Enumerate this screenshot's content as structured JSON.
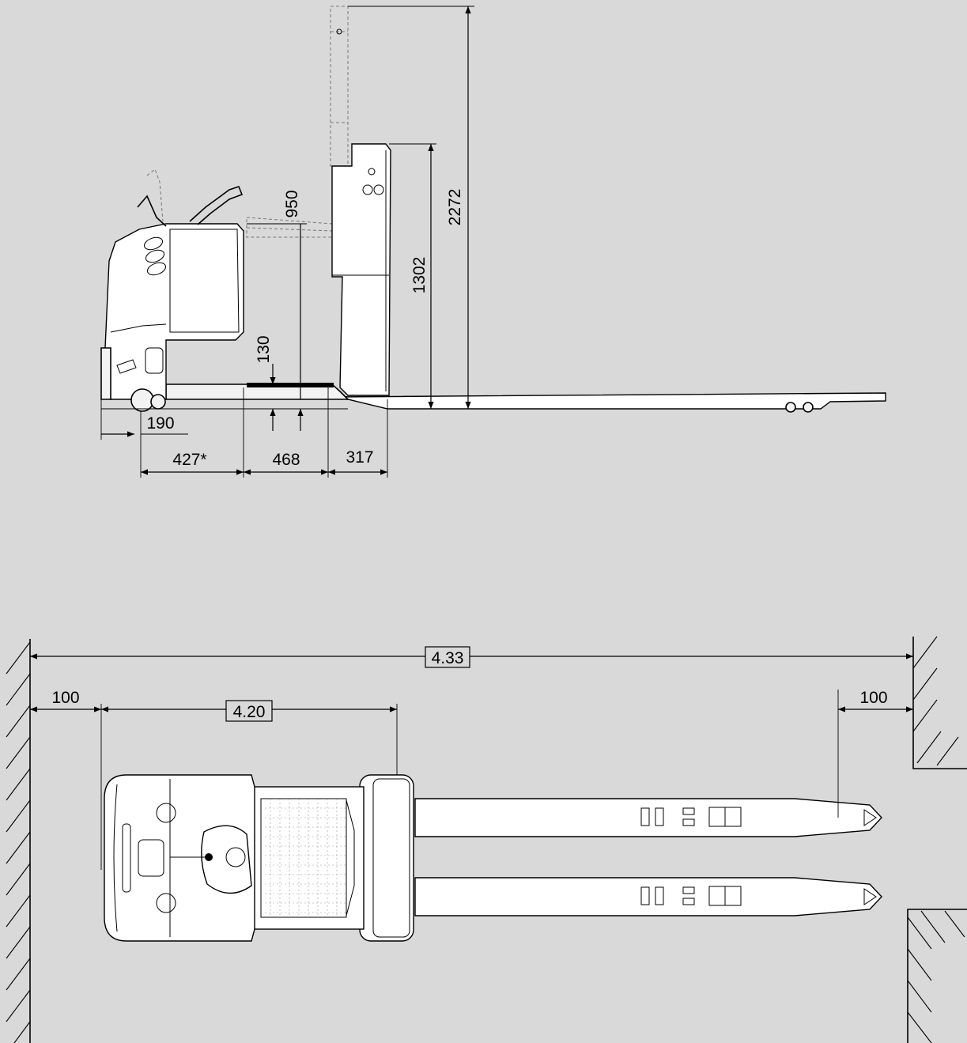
{
  "side_view": {
    "dimensions": {
      "height_extended": "2272",
      "height_backrest": "1302",
      "platform_height": "950",
      "fork_height": "130",
      "rear_overhang": "190",
      "length_427": "427*",
      "length_468": "468",
      "length_317": "317"
    }
  },
  "top_view": {
    "dimensions": {
      "aisle_width": "4.33",
      "truck_length": "4.20",
      "clearance_left": "100",
      "clearance_right": "100"
    }
  }
}
